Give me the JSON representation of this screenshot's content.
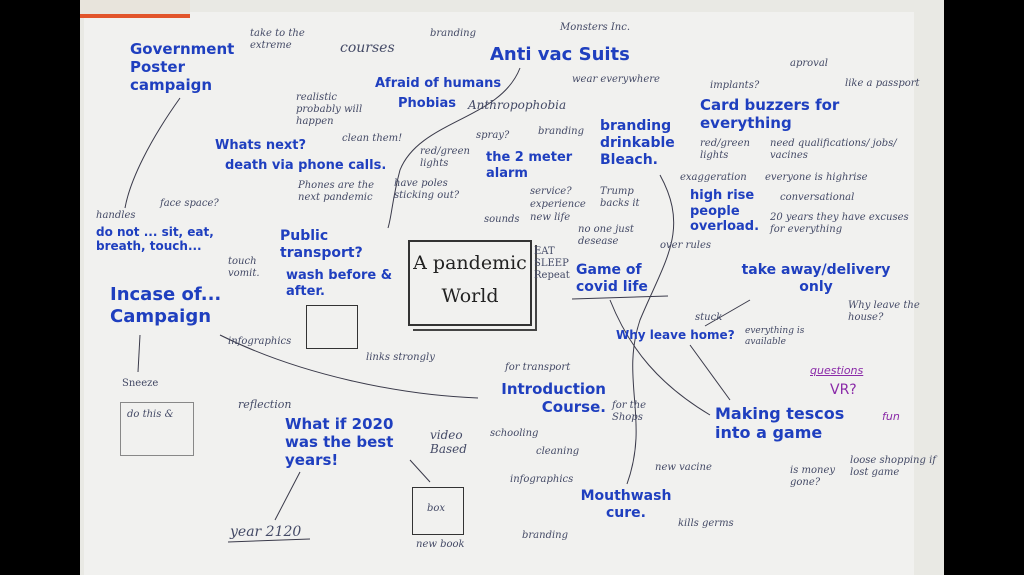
{
  "center": {
    "line1": "A pandemic",
    "line2": "World"
  },
  "nodes": {
    "gov_poster": "Government Poster campaign",
    "take_extreme": "take to the extreme",
    "courses": "courses",
    "branding1": "branding",
    "afraid": "Afraid of humans",
    "phobias": "Phobias",
    "anthropophobia": "Anthropophobia",
    "realistic": "realistic probably will happen",
    "anti_vac": "Anti vac Suits",
    "monsters": "Monsters Inc.",
    "wear": "wear everywhere",
    "whats_next": "Whats next?",
    "death_phone": "death via phone calls.",
    "clean_them": "clean them!",
    "phones_pandemic": "Phones are the next pandemic",
    "do_not": "do not ... sit, eat, breath, touch...",
    "face_space": "face space?",
    "handles": "handles",
    "red_green_lights": "red/green lights",
    "spray": "spray?",
    "two_metre": "the 2 meter alarm",
    "service": "service?",
    "experience": "experience",
    "new_life": "new life",
    "sounds": "sounds",
    "have_poles": "have poles sticking out?",
    "branding2": "branding",
    "branding_bleach": "branding drinkable Bleach.",
    "trump": "Trump backs it",
    "card_buzzers": "Card buzzers for everything",
    "implants": "implants?",
    "aproval": "aproval",
    "passport": "like a passport",
    "red_green2": "red/green lights",
    "need_qual": "need qualifications/ jobs/ vacines",
    "exaggeration": "exaggeration",
    "everyone_highrise": "everyone is highrise",
    "high_rise": "high rise people overload.",
    "conversational": "conversational",
    "overruled": "over rules",
    "twenty_years": "20 years they have excuses for everything",
    "public_transport": "Public transport?",
    "wash": "wash before & after.",
    "touch_vomit": "touch vomit.",
    "eat_sleep": "EAT SLEEP Repeat",
    "game_covid": "Game of covid life",
    "no_one_just_desease": "no one just desease",
    "take_away": "take away/delivery only",
    "why_leave_house": "Why leave the house?",
    "in_case": "Incase of... Campaign",
    "infographics1": "infographics",
    "sneeze": "Sneeze",
    "dothis": "do this &",
    "links_strongly": "links strongly",
    "stuck": "stuck",
    "why_leave_home": "Why leave home?",
    "everything_available": "everything is available",
    "questions": "questions",
    "vr": "VR?",
    "for_transport": "for transport",
    "intro_course": "Introduction Course.",
    "for_shops": "for the Shops",
    "making_tescos": "Making tescos into a game",
    "fun": "fun",
    "reflection": "reflection",
    "what_if": "What if 2020 was the best years!",
    "video_based": "video Based",
    "schooling": "schooling",
    "cleaning": "cleaning",
    "infographics2": "infographics",
    "new_vaccine": "new vacine",
    "is_money_gone": "is money gone?",
    "loose_shopping": "loose shopping if lost game",
    "mouthwash": "Mouthwash cure.",
    "kills_germs": "kills germs",
    "branding3": "branding",
    "year": "year 2120",
    "box": "box",
    "new_book": "new book"
  },
  "colors": {
    "ink_blue": "#1f3fbf",
    "pencil": "#444a66",
    "purple": "#8a2aa8",
    "paper": "#f1f1ef"
  }
}
